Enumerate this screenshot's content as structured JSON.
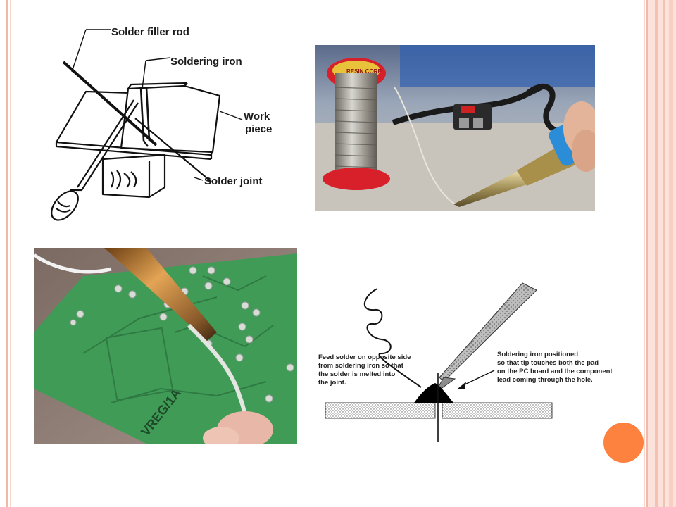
{
  "diagram1": {
    "labels": {
      "solder_filler_rod": "Solder filler rod",
      "soldering_iron": "Soldering iron",
      "work": "Work",
      "piece": "piece",
      "solder_joint": "Solder joint"
    }
  },
  "photo2": {
    "spool_text": "RESIN CORE"
  },
  "photo3": {
    "board_text": "VREG/1A"
  },
  "diagram4": {
    "left_note": [
      "Feed solder on opposite side",
      "from soldering iron so that",
      "the solder is melted into",
      "the joint."
    ],
    "right_note": [
      "Soldering iron positioned",
      "so that tip touches both the pad",
      "on the PC board and the component",
      "lead coming through the hole."
    ]
  },
  "colors": {
    "accent_orange": "#fd8240",
    "frame_pink": "#f2b8a8"
  }
}
